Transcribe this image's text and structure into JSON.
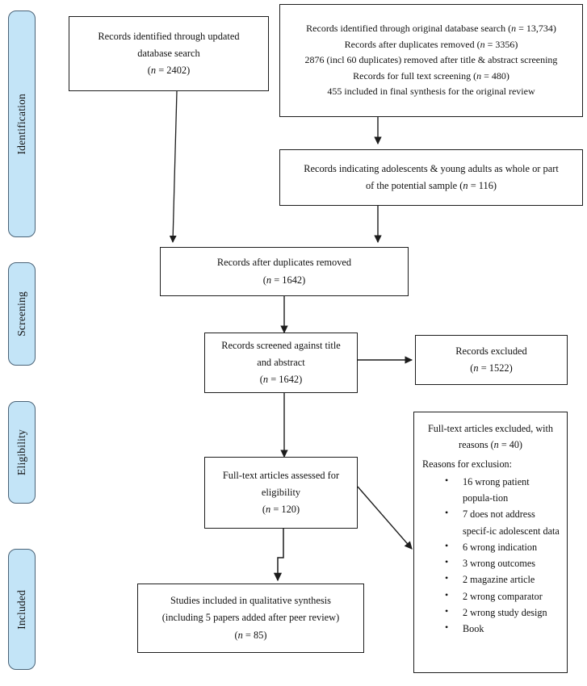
{
  "diagram": {
    "title": "PRISMA flow diagram",
    "background_color": "#ffffff",
    "stage_fill_color": "#c3e4f7",
    "stage_border_color": "#4a6377",
    "box_border_color": "#1c1c1c",
    "arrow_color": "#1c1c1c"
  },
  "stages": [
    {
      "label": "Identification"
    },
    {
      "label": "Screening"
    },
    {
      "label": "Eligibility"
    },
    {
      "label": "Included"
    }
  ],
  "boxes": {
    "updated_search": {
      "line1": "Records identified through updated",
      "line2": "database search",
      "line3_pre": "(",
      "line3_n": "n",
      "line3_post": " = 2402)"
    },
    "original_search": {
      "line1_pre": "Records identified through original database search (",
      "line1_n": "n",
      "line1_post": " = 13,734)",
      "line2_pre": "Records after duplicates removed (",
      "line2_n": "n",
      "line2_post": " = 3356)",
      "line3": "2876 (incl 60 duplicates) removed after title & abstract screening",
      "line4_pre": "Records for full text screening (",
      "line4_n": "n",
      "line4_post": " = 480)",
      "line5": "455 included in final synthesis for the original review"
    },
    "adolescents": {
      "line1": "Records indicating adolescents & young adults as whole or part",
      "line2_pre": "of the potential sample (",
      "line2_n": "n",
      "line2_post": " = 116)"
    },
    "after_duplicates": {
      "line1": "Records after duplicates removed",
      "line2_pre": "(",
      "line2_n": "n",
      "line2_post": " = 1642)"
    },
    "screened": {
      "line1": "Records screened against title",
      "line2": "and abstract",
      "line3_pre": "(",
      "line3_n": "n",
      "line3_post": " = 1642)"
    },
    "records_excluded": {
      "line1": "Records excluded",
      "line2_pre": "(",
      "line2_n": "n",
      "line2_post": " = 1522)"
    },
    "fulltext_assessed": {
      "line1": "Full-text articles assessed for",
      "line2": "eligibility",
      "line3_pre": "(",
      "line3_n": "n",
      "line3_post": " = 120)"
    },
    "fulltext_excluded": {
      "head_line1": "Full-text articles excluded, with",
      "head_line2_pre": "reasons (",
      "head_line2_n": "n",
      "head_line2_post": " = 40)",
      "subhead": "Reasons for exclusion:",
      "reasons": [
        "16 wrong patient popula-tion",
        "7 does not address specif-ic adolescent data",
        "6 wrong indication",
        "3 wrong outcomes",
        "2 magazine article",
        "2 wrong comparator",
        "2 wrong study design",
        "Book"
      ]
    },
    "included_studies": {
      "line1": "Studies included in qualitative synthesis",
      "line2": "(including 5 papers added after peer review)",
      "line3_pre": "(",
      "line3_n": "n",
      "line3_post": " = 85)"
    }
  }
}
